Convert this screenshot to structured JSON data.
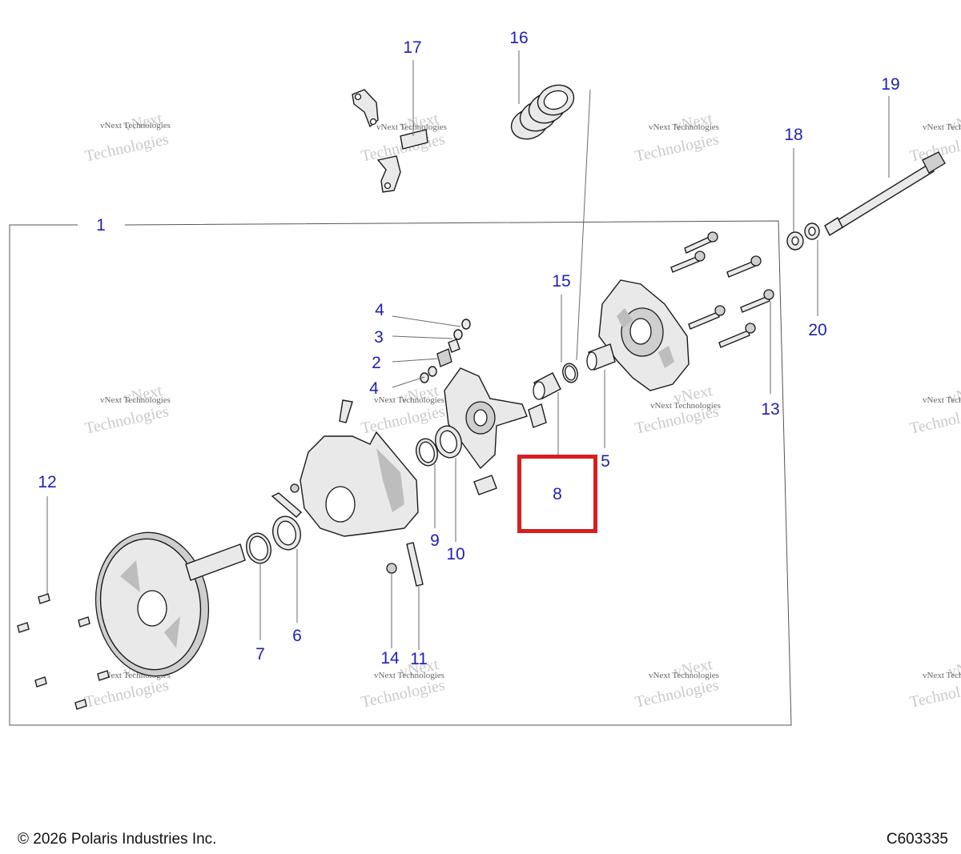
{
  "callouts": [
    {
      "id": "c1",
      "label": "1"
    },
    {
      "id": "c2",
      "label": "2"
    },
    {
      "id": "c3",
      "label": "3"
    },
    {
      "id": "c4a",
      "label": "4"
    },
    {
      "id": "c4b",
      "label": "4"
    },
    {
      "id": "c5",
      "label": "5"
    },
    {
      "id": "c6",
      "label": "6"
    },
    {
      "id": "c7",
      "label": "7"
    },
    {
      "id": "c8",
      "label": "8"
    },
    {
      "id": "c9",
      "label": "9"
    },
    {
      "id": "c10",
      "label": "10"
    },
    {
      "id": "c11",
      "label": "11"
    },
    {
      "id": "c12",
      "label": "12"
    },
    {
      "id": "c13",
      "label": "13"
    },
    {
      "id": "c14",
      "label": "14"
    },
    {
      "id": "c15",
      "label": "15"
    },
    {
      "id": "c16",
      "label": "16"
    },
    {
      "id": "c17",
      "label": "17"
    },
    {
      "id": "c18",
      "label": "18"
    },
    {
      "id": "c19",
      "label": "19"
    },
    {
      "id": "c20",
      "label": "20"
    }
  ],
  "highlighted_callout": "8",
  "highlight_color": "#d81e1e",
  "callout_color": "#1f1fb4",
  "watermark": {
    "line1": "vNext",
    "line2": "vNext Technologies",
    "line3": "Technologies"
  },
  "footer": {
    "copyright": "© 2026 Polaris Industries Inc.",
    "diagram_id": "C603335"
  }
}
